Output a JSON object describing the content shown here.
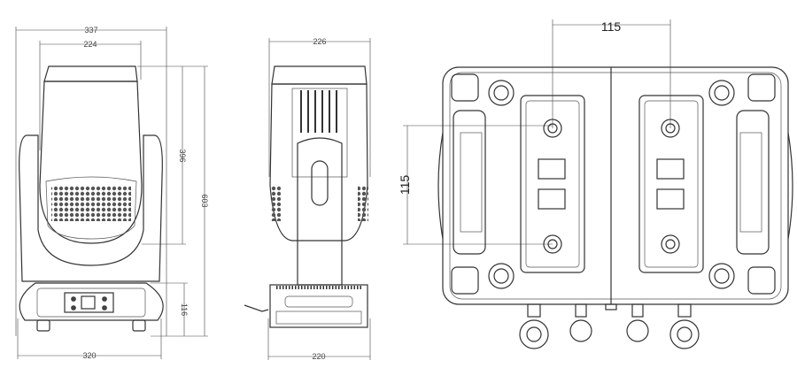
{
  "front_view": {
    "width_total": "337",
    "width_head": "224",
    "height_head": "396",
    "height_total": "603",
    "height_base": "116",
    "width_base": "320"
  },
  "side_view": {
    "width_top": "226",
    "width_base": "220"
  },
  "bottom_view": {
    "hole_spacing_horizontal": "115",
    "hole_spacing_vertical": "115"
  }
}
